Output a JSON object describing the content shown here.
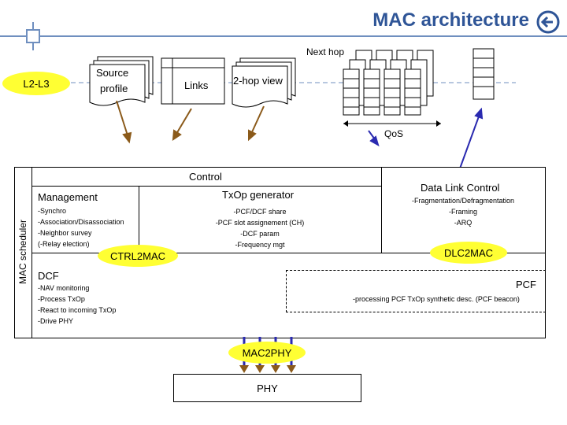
{
  "title": "MAC architecture",
  "top": {
    "l2l3": "L2-L3",
    "source_profile_line1": "Source",
    "source_profile_line2": "profile",
    "links": "Links",
    "two_hop": "2-hop view",
    "next_hop": "Next hop",
    "qos": "QoS"
  },
  "mac_scheduler": "MAC scheduler",
  "control": {
    "label": "Control",
    "management": {
      "title": "Management",
      "items": [
        "-Synchro",
        "-Association/Disassociation",
        "-Neighbor survey",
        "(-Relay election)"
      ]
    },
    "txop": {
      "title": "TxOp generator",
      "items": [
        "-PCF/DCF share",
        "-PCF slot assignement (CH)",
        "-DCF param",
        "-Frequency mgt"
      ]
    }
  },
  "dlc": {
    "title": "Data Link Control",
    "items": [
      "-Fragmentation/Defragmentation",
      "-Framing",
      "-ARQ"
    ]
  },
  "dcf": {
    "title": "DCF",
    "items": [
      "-NAV monitoring",
      "-Process TxOp",
      "-React to incoming TxOp",
      "-Drive PHY"
    ]
  },
  "pcf": {
    "title": "PCF",
    "item": "-processing PCF TxOp synthetic desc. (PCF beacon)"
  },
  "ovals": {
    "ctrl2mac": "CTRL2MAC",
    "dlc2mac": "DLC2MAC",
    "mac2phy": "MAC2PHY"
  },
  "phy": "PHY",
  "colors": {
    "title": "#2f5597",
    "oval": "#ffff33",
    "arrow_brown": "#8b5a1a",
    "arrow_blue": "#2a2ab0"
  }
}
